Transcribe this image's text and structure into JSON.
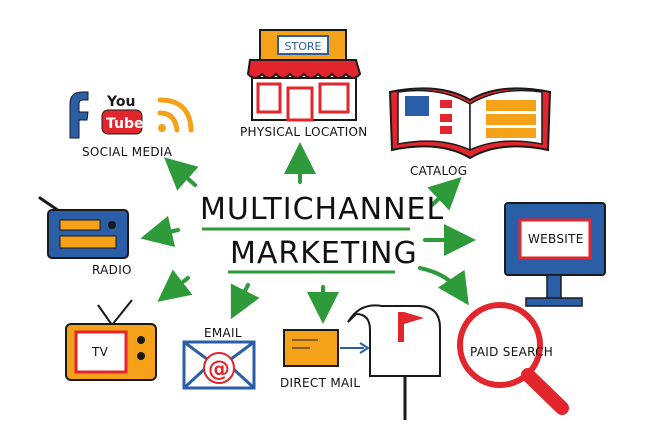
{
  "title": {
    "line1": "MULTICHANNEL",
    "line2": "MARKETING"
  },
  "nodes": {
    "social_media": "SOCIAL MEDIA",
    "physical_location": "PHYSICAL LOCATION",
    "catalog": "CATALOG",
    "radio": "RADIO",
    "website": "WEBSITE",
    "tv": "TV",
    "email": "EMAIL",
    "direct_mail": "DIRECT MAIL",
    "paid_search": "PAID SEARCH"
  },
  "icons": {
    "store_sign": "STORE",
    "youtube_top": "You",
    "youtube_bottom": "Tube",
    "facebook": "f",
    "email_at": "@"
  },
  "colors": {
    "arrow": "#2e9a3a",
    "red": "#e3262d",
    "orange": "#f5a11a",
    "blue": "#2a5fa8",
    "dark": "#1a1a1a"
  }
}
